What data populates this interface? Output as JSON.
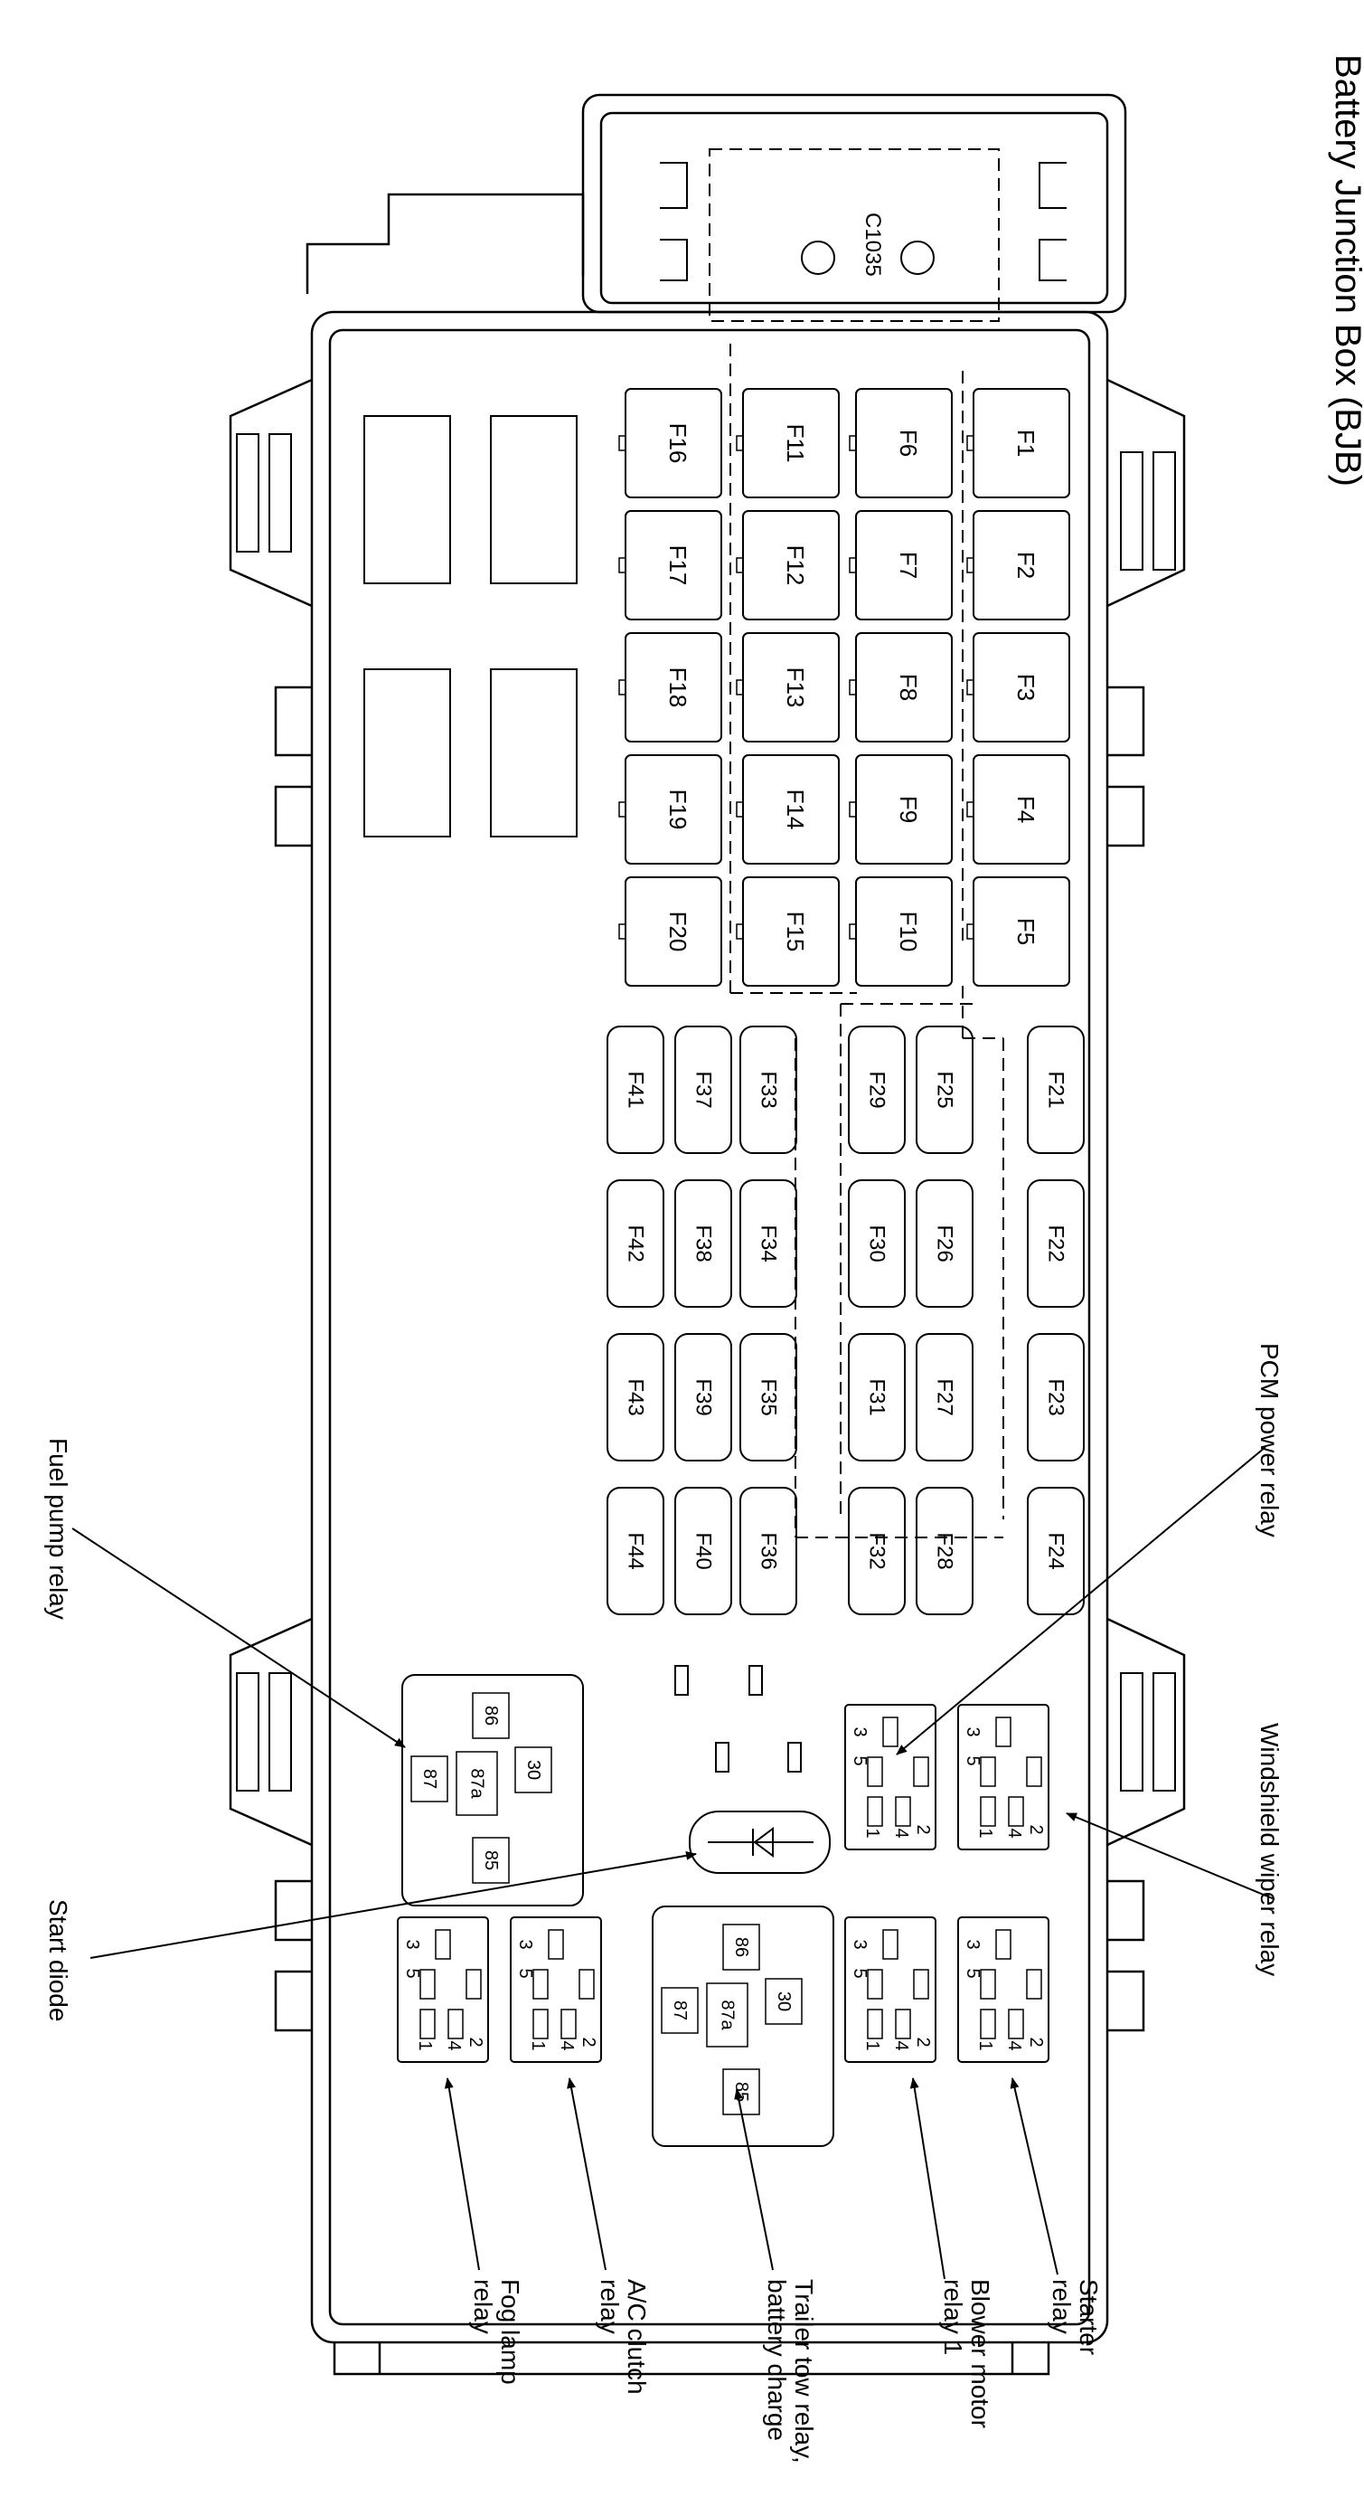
{
  "title": "Battery Junction Box (BJB)",
  "connector": "C1035",
  "fuses": {
    "large": [
      "F1",
      "F2",
      "F3",
      "F4",
      "F5",
      "F6",
      "F7",
      "F8",
      "F9",
      "F10",
      "F11",
      "F12",
      "F13",
      "F14",
      "F15",
      "F16",
      "F17",
      "F18",
      "F19",
      "F20"
    ],
    "mini": [
      "F21",
      "F22",
      "F23",
      "F24",
      "F25",
      "F26",
      "F27",
      "F28",
      "F29",
      "F30",
      "F31",
      "F32",
      "F33",
      "F34",
      "F35",
      "F36",
      "F37",
      "F38",
      "F39",
      "F40",
      "F41",
      "F42",
      "F43",
      "F44"
    ]
  },
  "relay_pins": {
    "micro": [
      "3",
      "5",
      "2",
      "4",
      "1"
    ],
    "iso": [
      "86",
      "87",
      "87a",
      "30",
      "85"
    ]
  },
  "callouts": {
    "pcm": "PCM power relay",
    "wiper": "Windshield wiper relay",
    "fuel_pump": "Fuel pump relay",
    "start_diode": "Start diode",
    "starter": [
      "Starter",
      "relay"
    ],
    "blower": [
      "Blower motor",
      "relay 1"
    ],
    "trailer": [
      "Trailer tow relay,",
      "battery charge"
    ],
    "ac_clutch": [
      "A/C clutch",
      "relay"
    ],
    "fog_lamp": [
      "Fog lamp",
      "relay"
    ]
  }
}
